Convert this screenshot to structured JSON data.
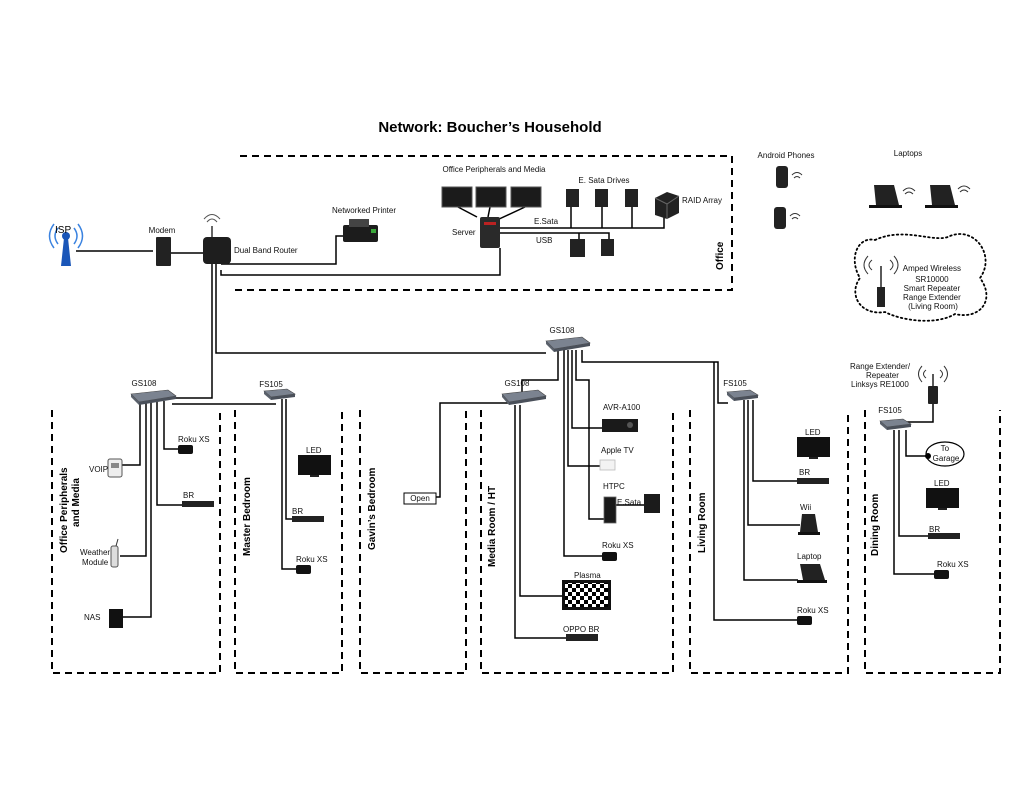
{
  "title": "Network: Boucher’s Household",
  "top": {
    "isp": "ISP",
    "modem": "Modem",
    "router": "Dual Band Router",
    "printer": "Networked Printer",
    "office_peripherals": "Office Peripherals and Media",
    "esata_drives": "E. Sata Drives",
    "server": "Server",
    "esata": "E.Sata",
    "usb": "USB",
    "raid": "RAID Array",
    "office_zone": "Office",
    "android": "Android Phones",
    "laptops": "Laptops",
    "amped": [
      "Amped Wireless",
      "SR10000",
      "Smart Repeater",
      "Range Extender",
      "(Living Room)"
    ]
  },
  "switches": {
    "gs108_top": "GS108",
    "gs108_office": "GS108",
    "fs105_master": "FS105",
    "gs108_media": "GS108",
    "fs105_living": "FS105",
    "fs105_dining": "FS105"
  },
  "range_extender": [
    "Range Extender/",
    "Repeater",
    "Linksys RE1000"
  ],
  "rooms": {
    "office": [
      "Office Peripherals",
      "and Media"
    ],
    "master": "Master Bedroom",
    "gavin": "Gavin’s Bedroom",
    "media": "Media Room / HT",
    "living": "Living Room",
    "dining": "Dining Room"
  },
  "devices": {
    "office_roku": "Roku XS",
    "voip": "VOIP",
    "office_br": "BR",
    "weather": [
      "Weather",
      "Module"
    ],
    "nas": "NAS",
    "master_led": "LED",
    "master_br": "BR",
    "master_roku": "Roku XS",
    "open": "Open",
    "avr": "AVR-A100",
    "apple_tv": "Apple TV",
    "htpc": "HTPC",
    "htpc_esata": "E.Sata",
    "media_roku": "Roku XS",
    "plasma": "Plasma",
    "oppo": "OPPO BR",
    "living_led": "LED",
    "living_br": "BR",
    "wii": "Wii",
    "laptop": "Laptop",
    "living_roku": "Roku XS",
    "to_garage": [
      "To",
      "Garage"
    ],
    "dining_led": "LED",
    "dining_br": "BR",
    "dining_roku": "Roku XS"
  }
}
